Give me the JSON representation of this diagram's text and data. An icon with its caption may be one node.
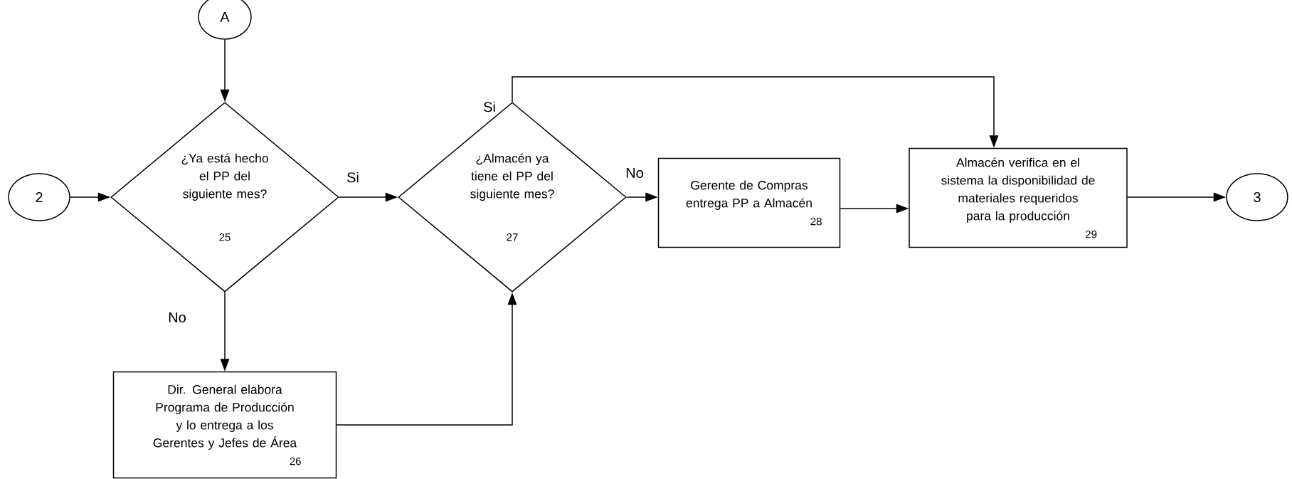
{
  "diagram": {
    "nodes": [
      {
        "text": [
          "A"
        ]
      },
      {
        "text": [
          "2"
        ]
      },
      {
        "text": [
          "¿Ya está hecho el PP del siguiente mes?",
          "25"
        ]
      },
      {
        "text": [
          "Dir. General elabora Programa de Producción y lo entrega a los Gerentes y Jefes de Área",
          "26"
        ]
      },
      {
        "text": [
          "¿Almacén ya tiene el PP del siguiente mes?",
          "27"
        ]
      },
      {
        "text": [
          "Gerente de Compras entrega PP a Almacén",
          "28"
        ]
      },
      {
        "text": [
          "Almacén verifica en el sistema la disponibilidad de materiales requeridos para la producción",
          "29"
        ]
      },
      {
        "text": [
          "3"
        ]
      }
    ],
    "edges": [
      {
        "from": 0,
        "to": 2,
        "arrow": "to"
      },
      {
        "from": 1,
        "to": 2,
        "arrow": "to"
      },
      {
        "from": 2,
        "to": 4,
        "arrow": "to",
        "label": "Si"
      },
      {
        "from": 2,
        "to": 3,
        "arrow": "to",
        "label": "No"
      },
      {
        "from": 3,
        "to": 4,
        "arrow": "to"
      },
      {
        "from": 4,
        "to": 5,
        "arrow": "to",
        "label": "No"
      },
      {
        "from": 4,
        "to": 6,
        "arrow": "to",
        "label": "Si"
      },
      {
        "from": 5,
        "to": 6,
        "arrow": "to"
      },
      {
        "from": 6,
        "to": 7,
        "arrow": "to"
      }
    ]
  }
}
